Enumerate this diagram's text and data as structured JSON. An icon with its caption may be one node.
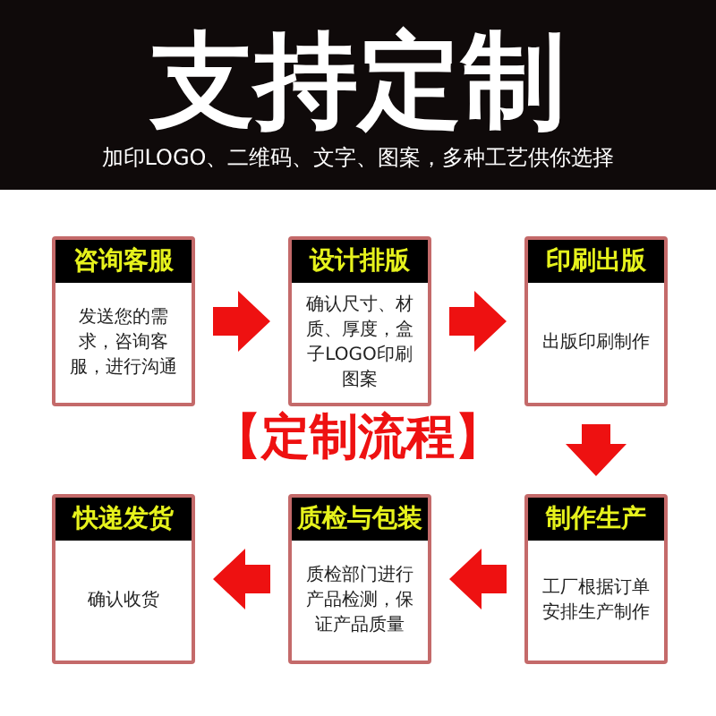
{
  "diagram": {
    "title": "支持**定制**",
    "nodes": [
      {
        "text": [
          "咨询客服",
          "发送您的需求，咨询客服，进行沟通"
        ]
      },
      {
        "text": [
          "设计排版",
          "确认尺寸、材质、厚度，盒子LOGO印刷图案"
        ]
      },
      {
        "text": [
          "印刷出版",
          "出版印刷制作"
        ]
      },
      {
        "text": [
          "快递发货",
          "确认收货"
        ]
      },
      {
        "text": [
          "质检与包装",
          "质检部门进行产品检测，保证产品质量"
        ]
      },
      {
        "text": [
          "制作生产",
          "工厂根据订单安排生产制作"
        ]
      }
    ],
    "edges": [
      {
        "from": 0,
        "to": 1,
        "arrow": "to"
      },
      {
        "from": 1,
        "to": 2,
        "arrow": "to"
      },
      {
        "from": 2,
        "to": 5,
        "arrow": "to"
      },
      {
        "from": 5,
        "to": 4,
        "arrow": "to"
      },
      {
        "from": 4,
        "to": 3,
        "arrow": "to"
      }
    ],
    "labels": [
      "加印LOGO、二维码、文字、图案，多种工艺供你选择",
      "【定制流程】"
    ]
  }
}
